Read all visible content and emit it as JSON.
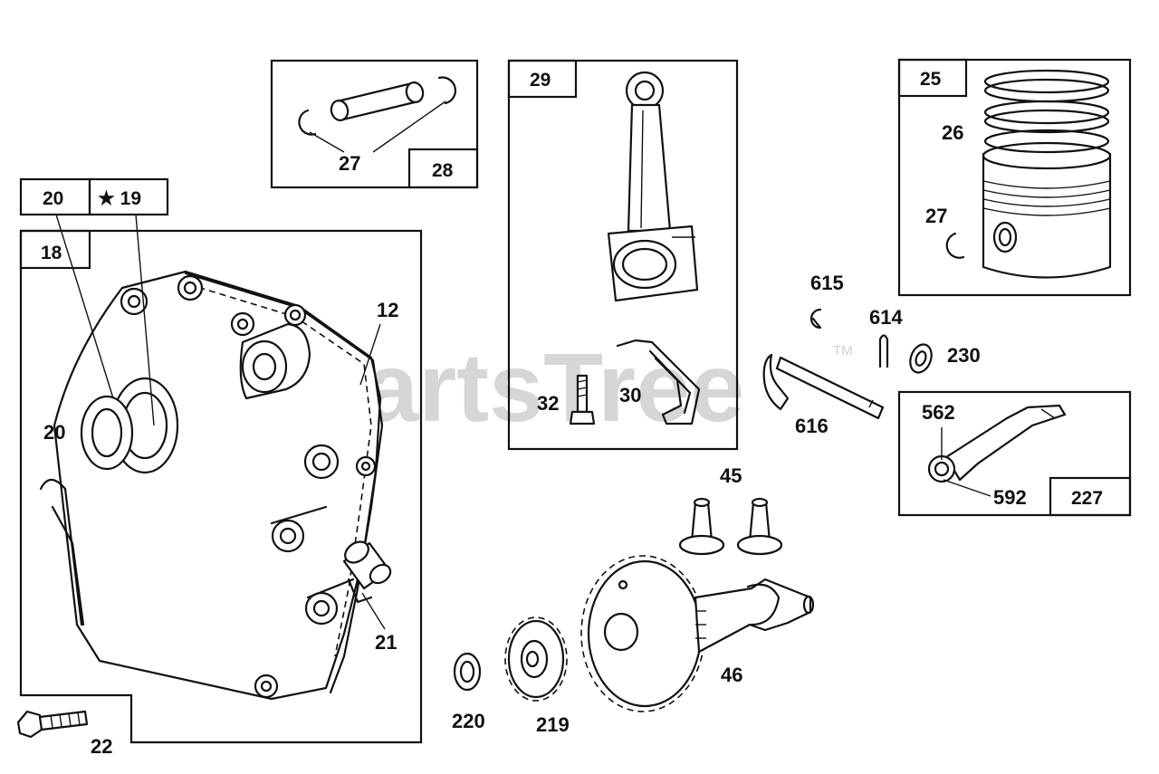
{
  "watermark": {
    "text": "PartsTree",
    "trademark": "TM"
  },
  "box_labels": {
    "crankcase_cover": "18",
    "oil_seal_kit": "20",
    "seal_star": "★ 19",
    "piston_pin_kit": "28",
    "connecting_rod": "29",
    "piston_assembly": "25",
    "governor_lever": "227"
  },
  "callouts": {
    "gasket": "12",
    "oil_seal": "20",
    "oil_fill_tube": "21",
    "screw": "22",
    "pin_retainer": "27",
    "piston_rings": "26",
    "piston_retainer": "27",
    "bolt": "32",
    "dipper": "30",
    "retainer_615": "615",
    "spring_614": "614",
    "washer_230": "230",
    "governor_shaft": "616",
    "nut_562": "562",
    "bolt_592": "592",
    "tappets": "45",
    "camshaft": "46",
    "washer_220": "220",
    "gear_219": "219"
  }
}
